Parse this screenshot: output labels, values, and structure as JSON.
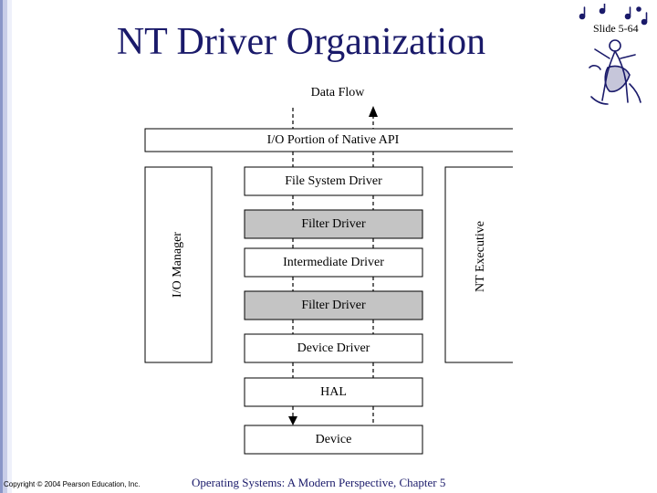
{
  "slide": {
    "title": "NT Driver Organization",
    "slide_number": "Slide 5-64"
  },
  "diagram": {
    "data_flow_label": "Data Flow",
    "io_portion_label": "I/O Portion of Native API",
    "io_manager_label": "I/O Manager",
    "nt_executive_label": "NT Executive",
    "stack": [
      {
        "label": "File System Driver",
        "shaded": false
      },
      {
        "label": "Filter Driver",
        "shaded": true
      },
      {
        "label": "Intermediate Driver",
        "shaded": false
      },
      {
        "label": "Filter Driver",
        "shaded": true
      },
      {
        "label": "Device Driver",
        "shaded": false
      },
      {
        "label": "HAL",
        "shaded": false
      },
      {
        "label": "Device",
        "shaded": false
      }
    ],
    "colors": {
      "shaded_fill": "#c4c4c4",
      "line": "#000000"
    }
  },
  "footer": {
    "copyright": "Copyright © 2004 Pearson Education, Inc.",
    "book": "Operating Systems: A Modern Perspective, Chapter 5"
  }
}
